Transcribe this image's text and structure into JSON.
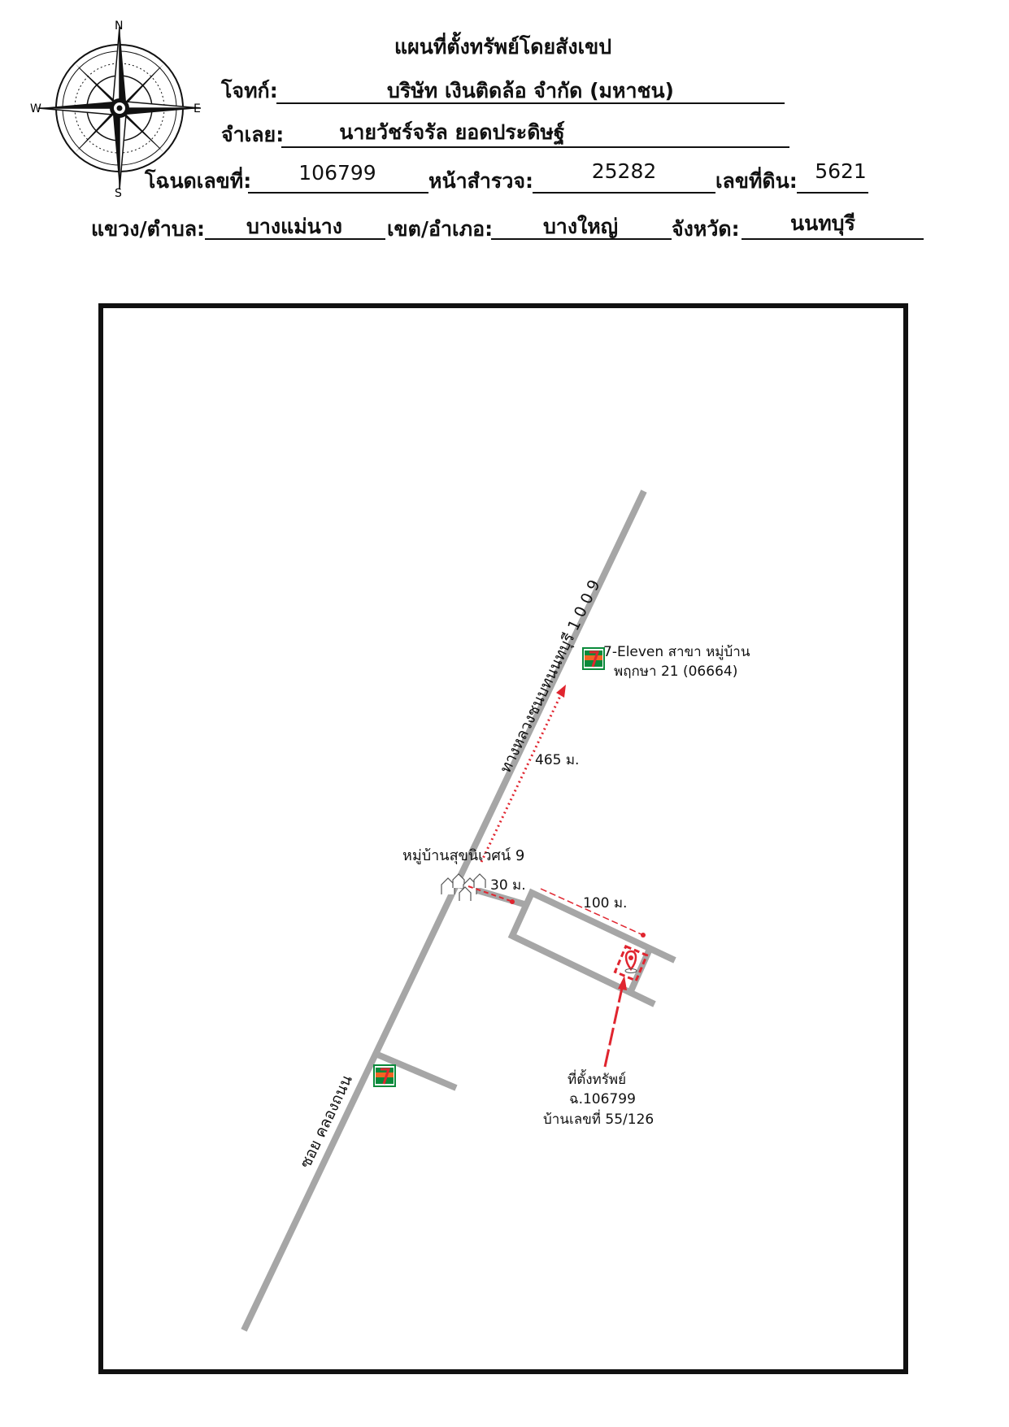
{
  "header": {
    "title": "แผนที่ตั้งทรัพย์โดยสังเขป",
    "plaintiff_label": "โจทก์:",
    "plaintiff_value": "บริษัท เงินติดล้อ จำกัด (มหาชน)",
    "defendant_label": "จำเลย:",
    "defendant_value": "นายวัชร์จรัล ยอดประดิษฐ์",
    "deed_label": "โฉนดเลขที่:",
    "deed_value": "106799",
    "survey_label": "หน้าสำรวจ:",
    "survey_value": "25282",
    "land_no_label": "เลขที่ดิน:",
    "land_no_value": "5621",
    "subdistrict_label": "แขวง/ตำบล:",
    "subdistrict_value": "บางแม่นาง",
    "district_label": "เขต/อำเภอ:",
    "district_value": "บางใหญ่",
    "province_label": "จังหวัด:",
    "province_value": "นนทบุรี"
  },
  "compass": {
    "n": "N",
    "s": "S",
    "e": "E",
    "w": "W"
  },
  "map": {
    "highway_label": "ทางหลวงชนบทนนทบุรี 1 0 0 9",
    "soi_label": "ซอย คลองถนน",
    "seven_eleven_label_1": "7-Eleven สาขา หมู่บ้าน",
    "seven_eleven_label_2": "พฤกษา 21 (06664)",
    "village_label": "หมู่บ้านสุขนิเวศน์ 9",
    "dist_465": "465 ม.",
    "dist_30": "30 ม.",
    "dist_100": "100 ม.",
    "property_label_1": "ที่ตั้งทรัพย์",
    "property_label_2": "ฉ.106799",
    "property_label_3": "บ้านเลขที่ 55/126"
  },
  "colors": {
    "road": "#a6a6a6",
    "marker": "#e0252f",
    "seven_green": "#0a8a3a",
    "seven_orange": "#f26522"
  }
}
